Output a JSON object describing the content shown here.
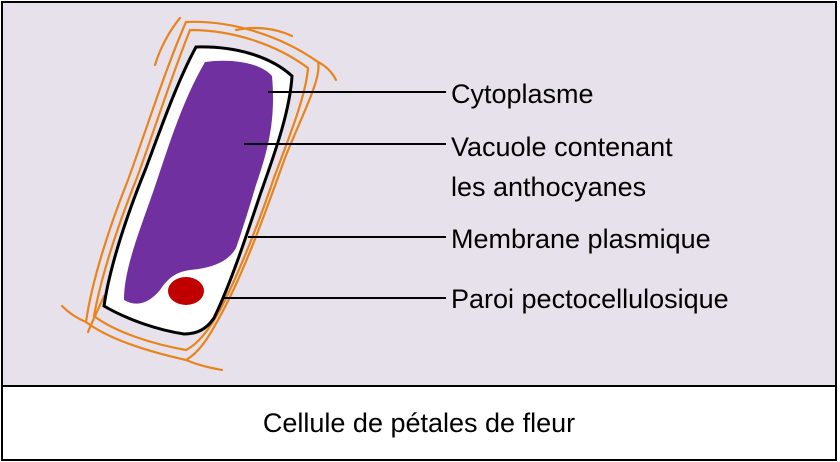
{
  "diagram": {
    "labels": {
      "cytoplasm": "Cytoplasme",
      "vacuole_line1": "Vacuole contenant",
      "vacuole_line2": "les anthocyanes",
      "membrane": "Membrane plasmique",
      "cell_wall": "Paroi pectocellulosique"
    },
    "caption": "Cellule de pétales de fleur"
  },
  "colors": {
    "panel_background": "#e7e1eb",
    "cell_wall": "#e8841c",
    "vacuole": "#7030a0",
    "nucleus": "#c00000",
    "cytoplasm": "#ffffff",
    "outline": "#000000"
  }
}
